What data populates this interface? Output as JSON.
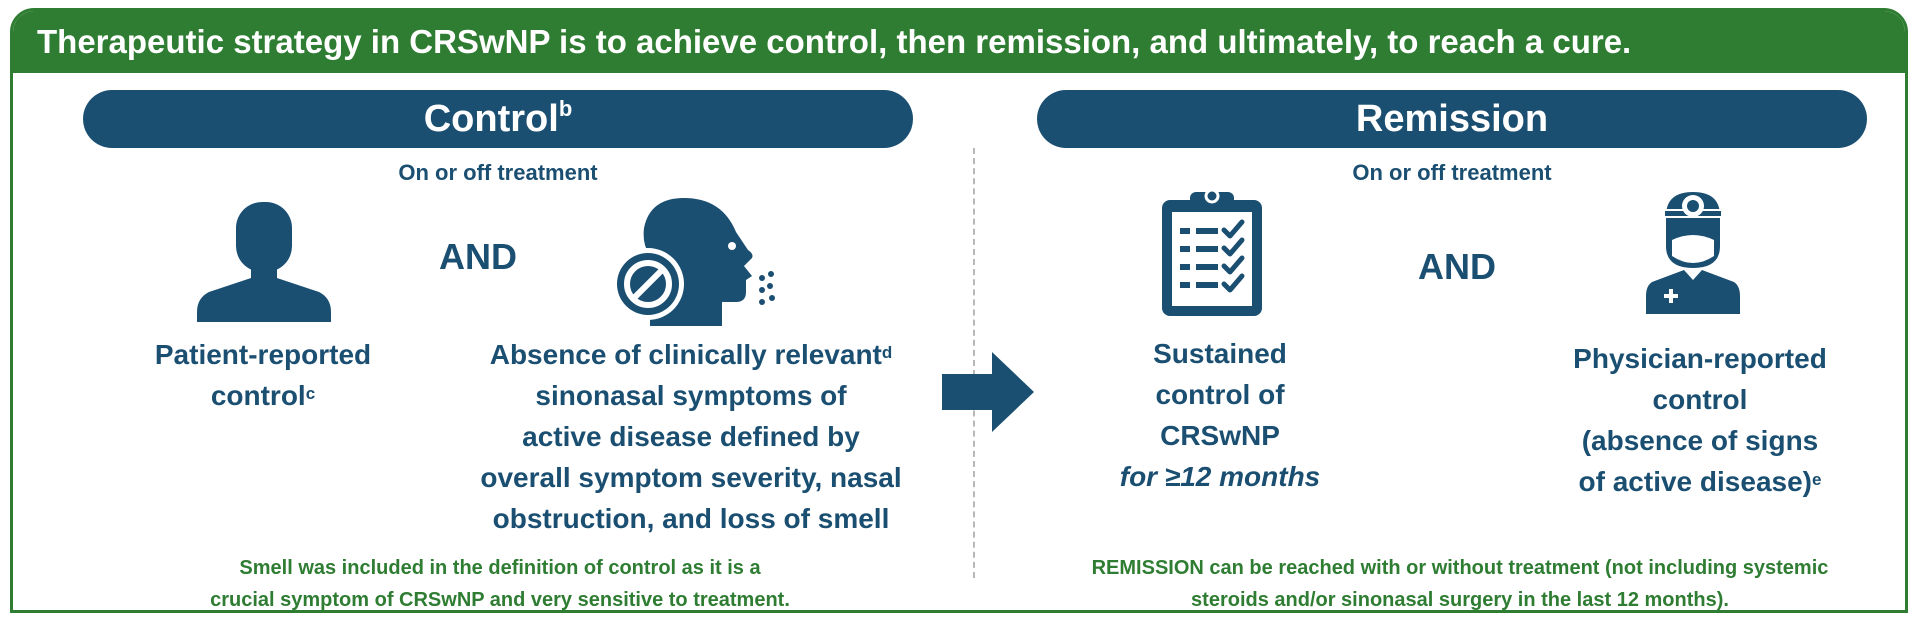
{
  "banner": {
    "title": "Therapeutic strategy in CRSwNP is to achieve control, then remission, and ultimately, to reach a cure."
  },
  "control": {
    "title": "Control",
    "title_sup": "b",
    "subtitle": "On or off treatment",
    "and_label": "AND",
    "item1": {
      "line1": "Patient-reported",
      "line2": "control",
      "sup": "c"
    },
    "item2": {
      "line1": "Absence of clinically relevant",
      "sup": "d",
      "line2": "sinonasal symptoms of",
      "line3": "active disease defined by",
      "line4": "overall symptom severity, nasal",
      "line5": "obstruction, and loss of smell"
    },
    "note": {
      "line1": "Smell was included in the definition of control as it is a",
      "line2": "crucial symptom of CRSwNP and very sensitive to treatment."
    }
  },
  "remission": {
    "title": "Remission",
    "subtitle": "On or off treatment",
    "and_label": "AND",
    "item1": {
      "line1": "Sustained",
      "line2": "control of",
      "line3": "CRSwNP",
      "line4": "for ≥12 months"
    },
    "item2": {
      "line1": "Physician-reported",
      "line2": "control",
      "line3": "(absence of signs",
      "line4": "of active disease)",
      "sup": "e"
    },
    "note": {
      "line1": "REMISSION can be reached with or without treatment (not including systemic",
      "line2": "steroids and/or sinonasal surgery in the last 12 months)."
    }
  },
  "icons": {
    "patient": "person-silhouette-icon",
    "nose": "head-no-symptoms-icon",
    "clipboard": "clipboard-checklist-icon",
    "physician": "physician-icon",
    "arrow": "right-arrow-icon"
  },
  "colors": {
    "banner": "#2e7d32",
    "primary": "#1b4f72",
    "note": "#2e7d32"
  }
}
